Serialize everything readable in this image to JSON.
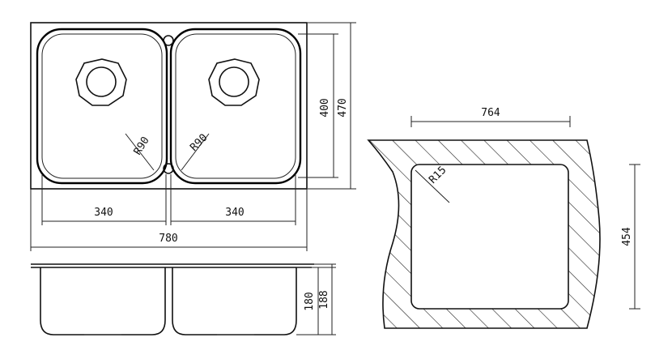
{
  "dimensions": {
    "bowl_left_width": "340",
    "bowl_right_width": "340",
    "overall_width": "780",
    "inner_height": "400",
    "overall_height": "470",
    "radius_left": "R90",
    "radius_right": "R90",
    "cutout_width": "764",
    "cutout_height": "454",
    "cutout_radius": "R15",
    "bowl_depth": "180",
    "total_depth": "188"
  }
}
